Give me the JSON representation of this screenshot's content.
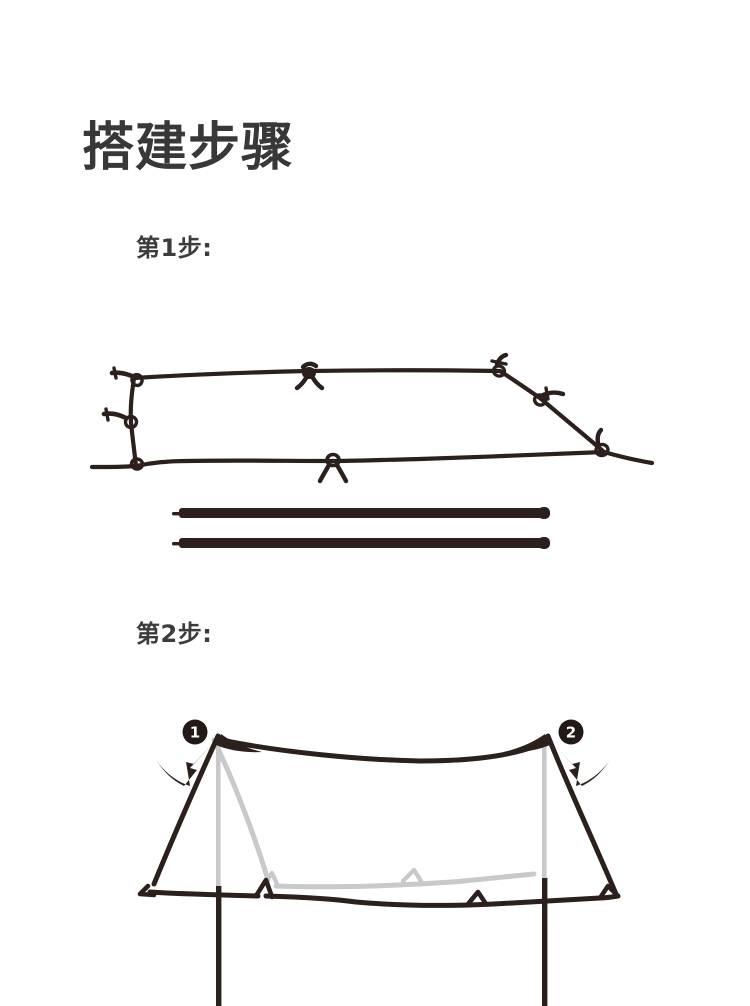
{
  "document": {
    "title": "搭建步骤",
    "background_color": "#ffffff",
    "ink_color": "#2b201c",
    "ghost_color": "#c9c9c9",
    "title_color": "#383838"
  },
  "steps": [
    {
      "label": "第1步：",
      "label_short": "第1步:",
      "figure_name": "tarp-and-poles",
      "parts": [
        {
          "name": "tarp-sheet",
          "description": "flat hexagonal tarp outline with webbing loops"
        },
        {
          "name": "pole-upper",
          "description": "telescoping tent pole"
        },
        {
          "name": "pole-lower",
          "description": "telescoping tent pole"
        }
      ],
      "loop_count": 7,
      "pole_count": 2
    },
    {
      "label": "第2步：",
      "label_short": "第2步:",
      "figure_name": "pitched-tarp",
      "parts": [
        {
          "name": "pitched-tarp",
          "description": "tarp raised on two poles forming an A-shape"
        },
        {
          "name": "pole-left",
          "description": "left upright pole"
        },
        {
          "name": "pole-right",
          "description": "right upright pole"
        },
        {
          "name": "back-edge",
          "description": "far hem of the tarp drawn in light grey"
        }
      ],
      "callouts": [
        {
          "id": 1,
          "marker": "❶",
          "number": "1",
          "position": "left-peak",
          "arrow": "curved-up-right"
        },
        {
          "id": 2,
          "marker": "❷",
          "number": "2",
          "position": "right-peak",
          "arrow": "curved-up-left"
        }
      ]
    }
  ]
}
